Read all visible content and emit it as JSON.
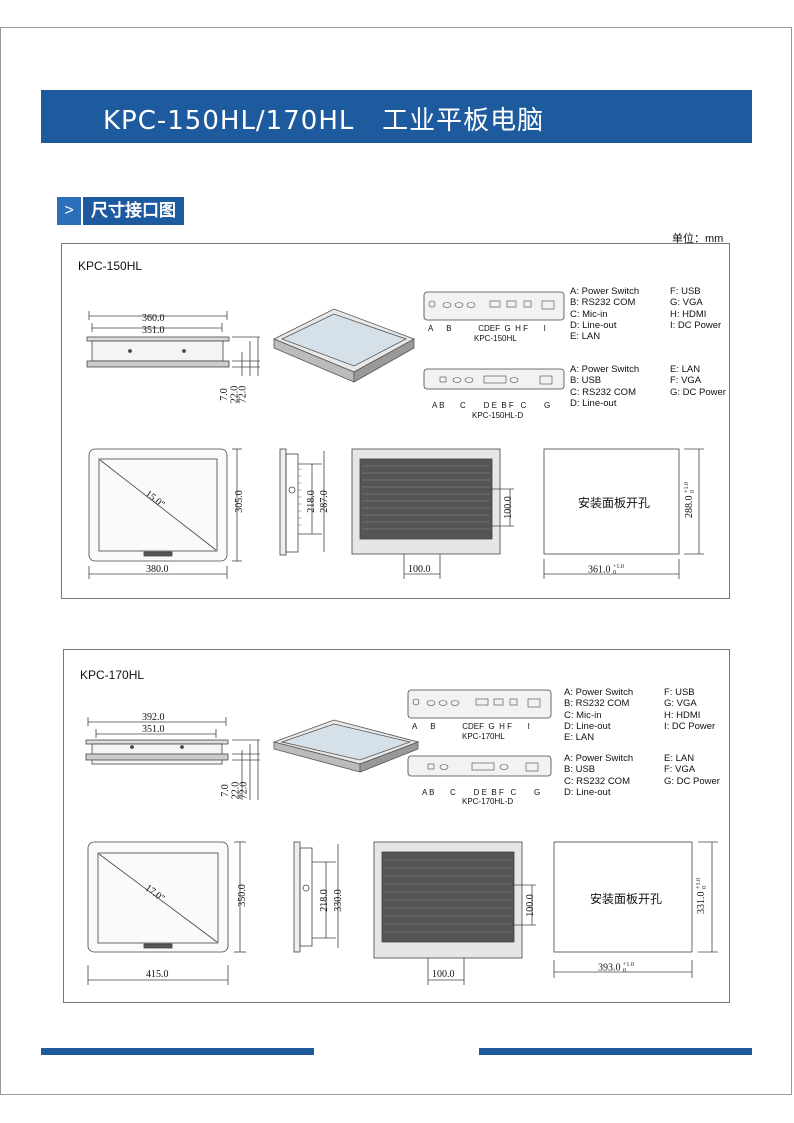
{
  "header": {
    "title": "KPC-150HL/170HL   工业平板电脑"
  },
  "section": {
    "label": "尺寸接口图",
    "arrow": ">"
  },
  "unit_note": "单位：mm",
  "panels": [
    {
      "title": "KPC-150HL",
      "dims": {
        "w_outer": "360.0",
        "w_inner": "351.0",
        "d1": "7.0",
        "d2": "22.0",
        "d3": "72.0",
        "diag": "15.0\"",
        "h_front": "305.0",
        "w_front": "380.0",
        "side_h1": "218.0",
        "side_h2": "287.0",
        "back_v": "100.0",
        "back_h": "100.0",
        "cut_w": "361.0",
        "cut_h": "288.0",
        "tol": "+1.0",
        "tol0": "0"
      },
      "cutout_label": "安装面板开孔",
      "io_top": {
        "letters": "A      B            CDEF  G  H F       I",
        "model": "KPC-150HL",
        "legend_left": [
          "A: Power Switch",
          "B: RS232 COM",
          "C: Mic-in",
          "D: Line-out",
          "E: LAN"
        ],
        "legend_right": [
          "F: USB",
          "G: VGA",
          "H: HDMI",
          "I: DC Power"
        ]
      },
      "io_bottom": {
        "letters": "A B       C        D E  B F   C        G",
        "model": "KPC-150HL-D",
        "legend_left": [
          "A: Power Switch",
          "B: USB",
          "C: RS232 COM",
          "D: Line-out"
        ],
        "legend_right": [
          "E: LAN",
          "F: VGA",
          "G: DC Power"
        ]
      }
    },
    {
      "title": "KPC-170HL",
      "dims": {
        "w_outer": "392.0",
        "w_inner": "351.0",
        "d1": "7.0",
        "d2": "22.0",
        "d3": "72.0",
        "diag": "17.0\"",
        "h_front": "350.0",
        "w_front": "415.0",
        "side_h1": "218.0",
        "side_h2": "330.0",
        "back_v": "100.0",
        "back_h": "100.0",
        "cut_w": "393.0",
        "cut_h": "331.0",
        "tol": "+1.0",
        "tol0": "0"
      },
      "cutout_label": "安装面板开孔",
      "io_top": {
        "letters": "A      B            CDEF  G  H F       I",
        "model": "KPC-170HL",
        "legend_left": [
          "A: Power Switch",
          "B: RS232 COM",
          "C: Mic-in",
          "D: Line-out",
          "E: LAN"
        ],
        "legend_right": [
          "F: USB",
          "G: VGA",
          "H: HDMI",
          "I: DC Power"
        ]
      },
      "io_bottom": {
        "letters": "A B       C        D E  B F   C        G",
        "model": "KPC-170HL-D",
        "legend_left": [
          "A: Power Switch",
          "B: USB",
          "C: RS232 COM",
          "D: Line-out"
        ],
        "legend_right": [
          "E: LAN",
          "F: VGA",
          "G: DC Power"
        ]
      }
    }
  ]
}
